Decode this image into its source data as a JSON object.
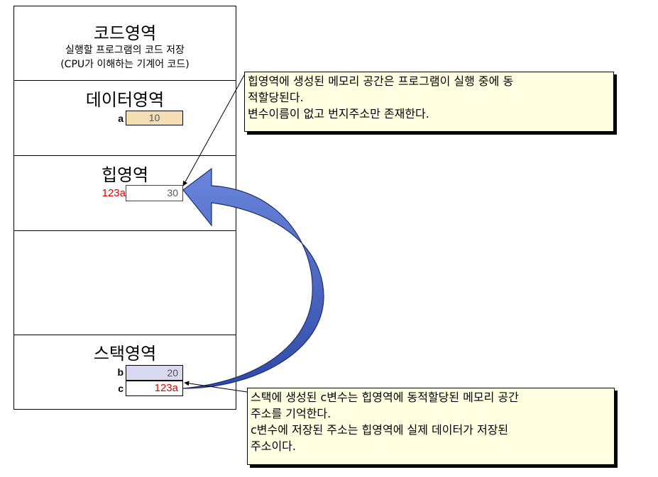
{
  "memory": {
    "code": {
      "title": "코드영역",
      "desc_line1": "실행할 프로그램의 코드 저장",
      "desc_line2": "(CPU가 이해하는 기계어 코드)"
    },
    "data": {
      "title": "데이터영역",
      "var_a_label": "a",
      "var_a_value": "10"
    },
    "heap": {
      "title": "힙영역",
      "address_label": "123a",
      "value": "30"
    },
    "stack": {
      "title": "스택영역",
      "var_b_label": "b",
      "var_b_value": "20",
      "var_c_label": "c",
      "var_c_value": "123a"
    }
  },
  "notes": {
    "heap_note": {
      "line1": "힙영역에 생성된 메모리 공간은 프로그램이 실행 중에 동",
      "line2": "적할당된다.",
      "line3": "변수이름이 없고 번지주소만 존재한다."
    },
    "stack_note": {
      "line1": "스택에 생성된 c변수는 힙영역에 동적할당된 메모리 공간",
      "line2": "주소를 기억한다.",
      "line3": "c변수에 저장된 주소는 힙영역에 실제 데이터가 저장된",
      "line4": "주소이다."
    }
  },
  "colors": {
    "data_cell_fill": "#f5deb3",
    "heap_cell_border": "#e00000",
    "address_text": "#e00000",
    "stack_b_fill": "#d8d8f0",
    "arrow_fill": "#4a66c8",
    "note_fill": "#ffffe1"
  }
}
